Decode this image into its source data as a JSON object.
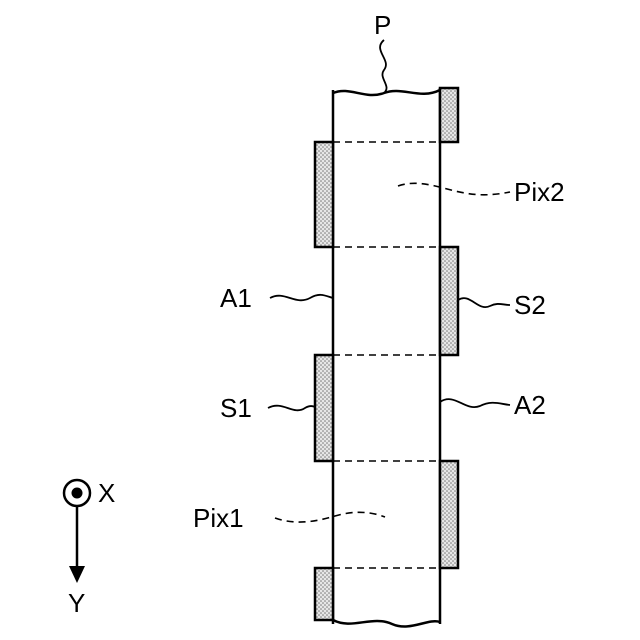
{
  "labels": {
    "p": "P",
    "pix2": "Pix2",
    "a1": "A1",
    "s2": "S2",
    "s1": "S1",
    "a2": "A2",
    "pix1": "Pix1",
    "axis_x": "X",
    "axis_y": "Y"
  },
  "icons": {
    "x_axis": "out-of-page-arrow-icon",
    "y_axis": "down-arrow-icon"
  }
}
